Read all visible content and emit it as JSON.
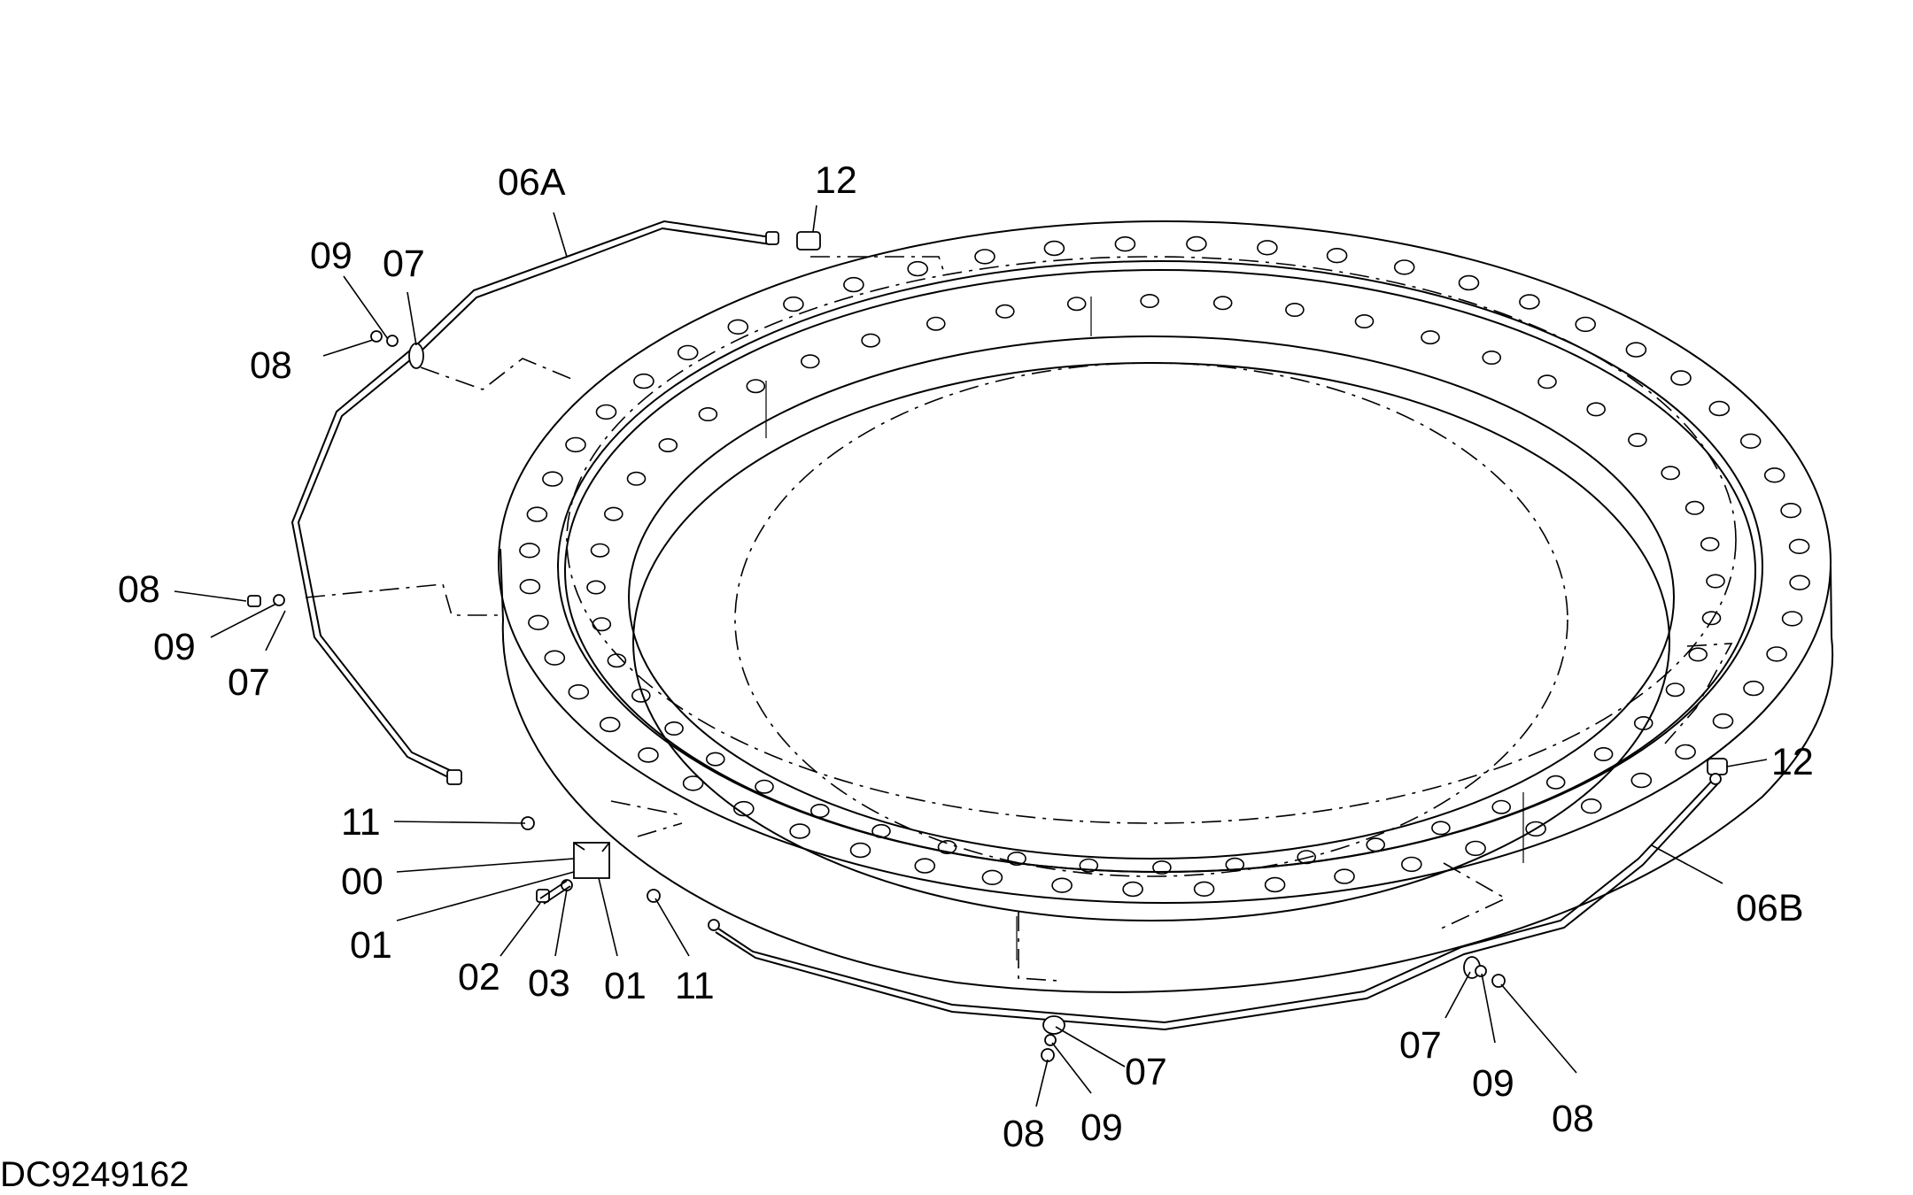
{
  "document": {
    "drawing_id": "DC9249162"
  },
  "callouts": [
    {
      "key": "c06a",
      "text": "06A"
    },
    {
      "key": "c12a",
      "text": "12"
    },
    {
      "key": "c09a",
      "text": "09"
    },
    {
      "key": "c07a",
      "text": "07"
    },
    {
      "key": "c08a",
      "text": "08"
    },
    {
      "key": "c08b",
      "text": "08"
    },
    {
      "key": "c09b",
      "text": "09"
    },
    {
      "key": "c07b",
      "text": "07"
    },
    {
      "key": "c11a",
      "text": "11"
    },
    {
      "key": "c00",
      "text": "00"
    },
    {
      "key": "c01a",
      "text": "01"
    },
    {
      "key": "c02",
      "text": "02"
    },
    {
      "key": "c03",
      "text": "03"
    },
    {
      "key": "c01b",
      "text": "01"
    },
    {
      "key": "c11b",
      "text": "11"
    },
    {
      "key": "c07c",
      "text": "07"
    },
    {
      "key": "c08c",
      "text": "08"
    },
    {
      "key": "c09c",
      "text": "09"
    },
    {
      "key": "c07d",
      "text": "07"
    },
    {
      "key": "c09d",
      "text": "09"
    },
    {
      "key": "c08d",
      "text": "08"
    },
    {
      "key": "c12b",
      "text": "12"
    },
    {
      "key": "c06b",
      "text": "06B"
    }
  ]
}
